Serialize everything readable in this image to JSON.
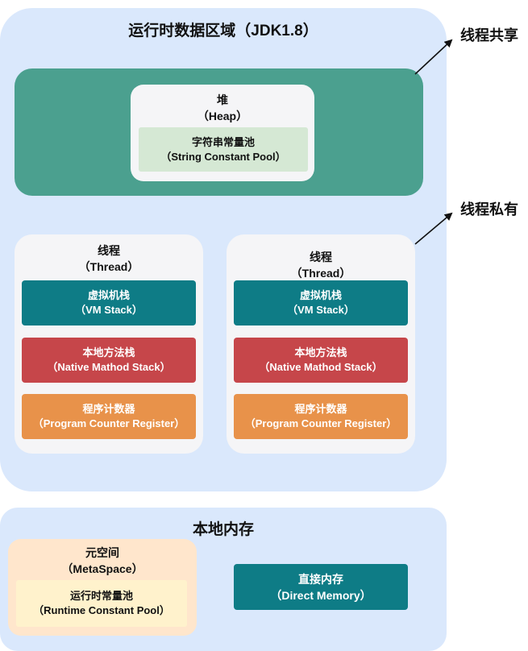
{
  "runtime_area": {
    "title": "运行时数据区域（JDK1.8）"
  },
  "labels": {
    "shared": "线程共享",
    "private": "线程私有"
  },
  "heap": {
    "title": "堆",
    "subtitle": "（Heap）",
    "string_pool": {
      "title": "字符串常量池",
      "subtitle": "（String Constant Pool）"
    }
  },
  "threads": [
    {
      "title": "线程",
      "subtitle": "（Thread）",
      "vm_stack": {
        "title": "虚拟机栈",
        "subtitle": "（VM Stack）"
      },
      "native_stack": {
        "title": "本地方法栈",
        "subtitle": "（Native Mathod Stack）"
      },
      "pc_register": {
        "title": "程序计数器",
        "subtitle": "（Program Counter Register）"
      }
    },
    {
      "title": "线程",
      "subtitle": "（Thread）",
      "vm_stack": {
        "title": "虚拟机栈",
        "subtitle": "（VM Stack）"
      },
      "native_stack": {
        "title": "本地方法栈",
        "subtitle": "（Native Mathod Stack）"
      },
      "pc_register": {
        "title": "程序计数器",
        "subtitle": "（Program Counter Register）"
      }
    }
  ],
  "native_memory": {
    "title": "本地内存",
    "metaspace": {
      "title": "元空间",
      "subtitle": "（MetaSpace）",
      "runtime_pool": {
        "title": "运行时常量池",
        "subtitle": "（Runtime Constant Pool）"
      }
    },
    "direct_memory": {
      "title": "直接内存",
      "subtitle": "（Direct Memory）"
    }
  },
  "colors": {
    "area_bg": "#dae8fc",
    "shared_bg": "#4ba08f",
    "box_bg": "#f5f5f7",
    "string_pool_bg": "#d5e8d4",
    "vm_stack": "#0e7c86",
    "native_stack": "#c6464a",
    "pc_register": "#e8924a",
    "metaspace_bg": "#ffe6cc",
    "runtime_pool_bg": "#fff2cc",
    "direct_memory": "#0e7c86"
  }
}
